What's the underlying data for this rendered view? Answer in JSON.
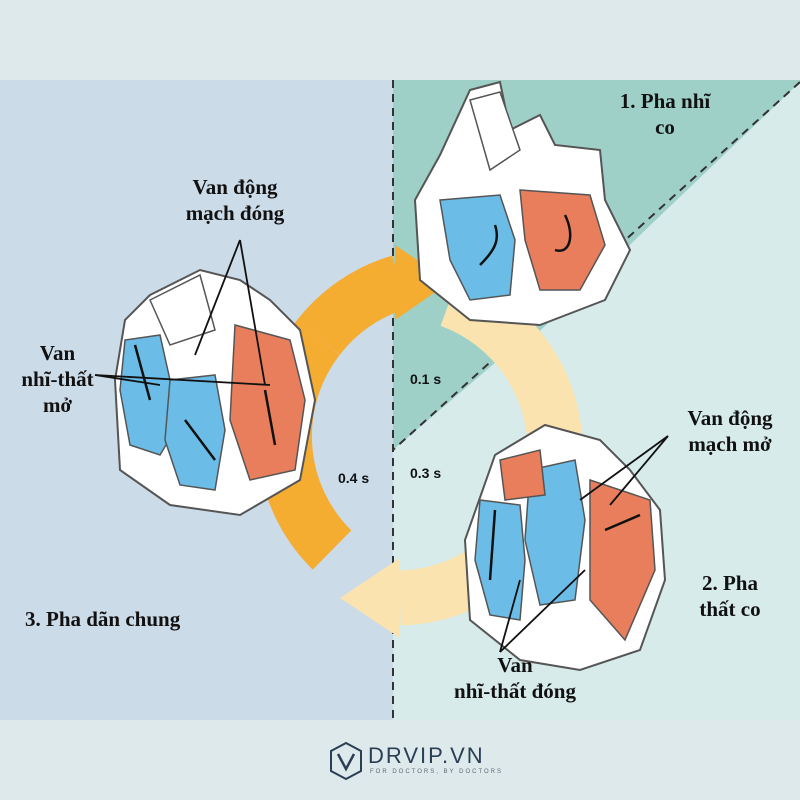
{
  "colors": {
    "background": "#dde9ea",
    "left_panel": "#ccdbe8",
    "right_panel": "#d6ebea",
    "teal_wedge": "#9fd0c8",
    "arc_orange": "#f4ac31",
    "arc_cream": "#fae3ae",
    "blood_blue": "#6bbde7",
    "blood_red": "#e97e5c"
  },
  "phases": {
    "atrial_systole": {
      "number": "1.",
      "name": "Pha nhĩ co",
      "line1": "1. Pha nhĩ",
      "line2": "co"
    },
    "ventricular_systole": {
      "number": "2.",
      "name": "Pha thất co",
      "line1": "2. Pha",
      "line2": "thất co"
    },
    "general_diastole": {
      "number": "3.",
      "name": "Pha dãn chung",
      "line1": "3. Pha dãn chung"
    }
  },
  "valves": {
    "semilunar_closed": {
      "line1": "Van động",
      "line2": "mạch đóng"
    },
    "av_open": {
      "line1": "Van",
      "line2": "nhĩ-thất",
      "line3": "mở"
    },
    "semilunar_open": {
      "line1": "Van động",
      "line2": "mạch mở"
    },
    "av_closed": {
      "line1": "Van",
      "line2": "nhĩ-thất đóng"
    }
  },
  "durations": {
    "atrial": "0.1 s",
    "ventricular": "0.3 s",
    "diastole": "0.4 s"
  },
  "brand": {
    "name": "DRVIP.VN",
    "tagline": "FOR DOCTORS, BY DOCTORS"
  }
}
